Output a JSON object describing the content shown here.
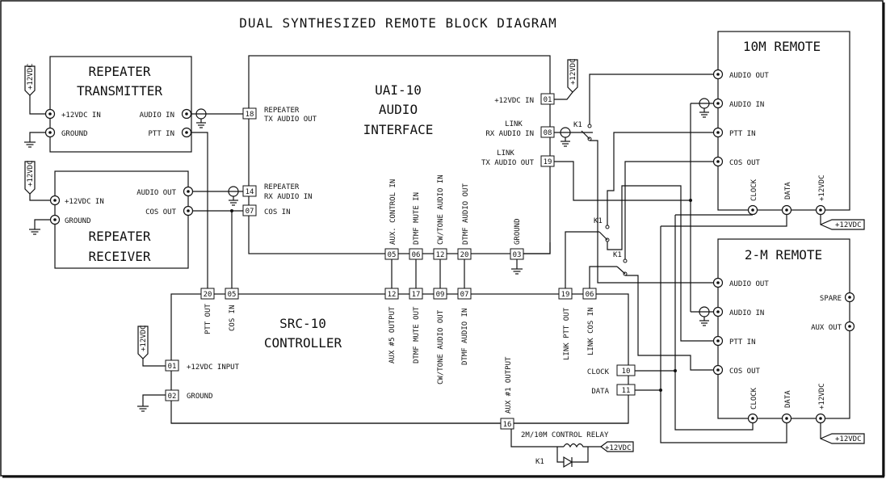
{
  "title": "DUAL SYNTHESIZED REMOTE BLOCK DIAGRAM",
  "repeater_tx": {
    "name1": "REPEATER",
    "name2": "TRANSMITTER",
    "pwr_in": "+12VDC IN",
    "ground": "GROUND",
    "audio_in": "AUDIO IN",
    "ptt_in": "PTT IN"
  },
  "repeater_rx": {
    "name1": "REPEATER",
    "name2": "RECEIVER",
    "pwr_in": "+12VDC IN",
    "ground": "GROUND",
    "audio_out": "AUDIO OUT",
    "cos_out": "COS OUT"
  },
  "uai": {
    "name1": "UAI-10",
    "name2": "AUDIO",
    "name3": "INTERFACE",
    "p18": "18",
    "p18_l1": "REPEATER",
    "p18_l2": "TX AUDIO OUT",
    "p14": "14",
    "p14_l1": "REPEATER",
    "p14_l2": "RX AUDIO IN",
    "p07": "07",
    "p07_l": "COS IN",
    "p01": "01",
    "p01_l": "+12VDC IN",
    "p08": "08",
    "p08_l1": "LINK",
    "p08_l2": "RX AUDIO IN",
    "p19": "19",
    "p19_l1": "LINK",
    "p19_l2": "TX AUDIO OUT",
    "p05": "05",
    "p05_l": "AUX. CONTROL IN",
    "p06": "06",
    "p06_l": "DTMF MUTE IN",
    "p12": "12",
    "p12_l": "CW/TONE AUDIO IN",
    "p20": "20",
    "p20_l": "DTMF AUDIO OUT",
    "p03": "03",
    "p03_l": "GROUND"
  },
  "src": {
    "name1": "SRC-10",
    "name2": "CONTROLLER",
    "p20": "20",
    "p20_l": "PTT OUT",
    "p05": "05",
    "p05_l": "COS IN",
    "p12": "12",
    "p12_l": "AUX #5 OUTPUT",
    "p17": "17",
    "p17_l": "DTMF MUTE OUT",
    "p09": "09",
    "p09_l": "CW/TONE AUDIO OUT",
    "p07": "07",
    "p07_l": "DTMF AUDIO IN",
    "p19": "19",
    "p19_l": "LINK PTT OUT",
    "p06": "06",
    "p06_l": "LINK COS IN",
    "p01": "01",
    "p01_l": "+12VDC INPUT",
    "p02": "02",
    "p02_l": "GROUND",
    "p10": "10",
    "p10_l": "CLOCK",
    "p11": "11",
    "p11_l": "DATA",
    "p16": "16",
    "p16_l": "AUX #1 OUTPUT"
  },
  "remote10": {
    "name": "10M REMOTE",
    "audio_out": "AUDIO OUT",
    "audio_in": "AUDIO IN",
    "ptt_in": "PTT IN",
    "cos_out": "COS OUT",
    "clock": "CLOCK",
    "data": "DATA",
    "pwr": "+12VDC"
  },
  "remote2": {
    "name": "2-M REMOTE",
    "audio_out": "AUDIO OUT",
    "audio_in": "AUDIO IN",
    "ptt_in": "PTT IN",
    "cos_out": "COS OUT",
    "spare": "SPARE",
    "aux_out": "AUX OUT",
    "clock": "CLOCK",
    "data": "DATA",
    "pwr": "+12VDC"
  },
  "supply_label": "+12VDC",
  "relay_label": "K1",
  "relay_caption": "2M/10M CONTROL RELAY"
}
